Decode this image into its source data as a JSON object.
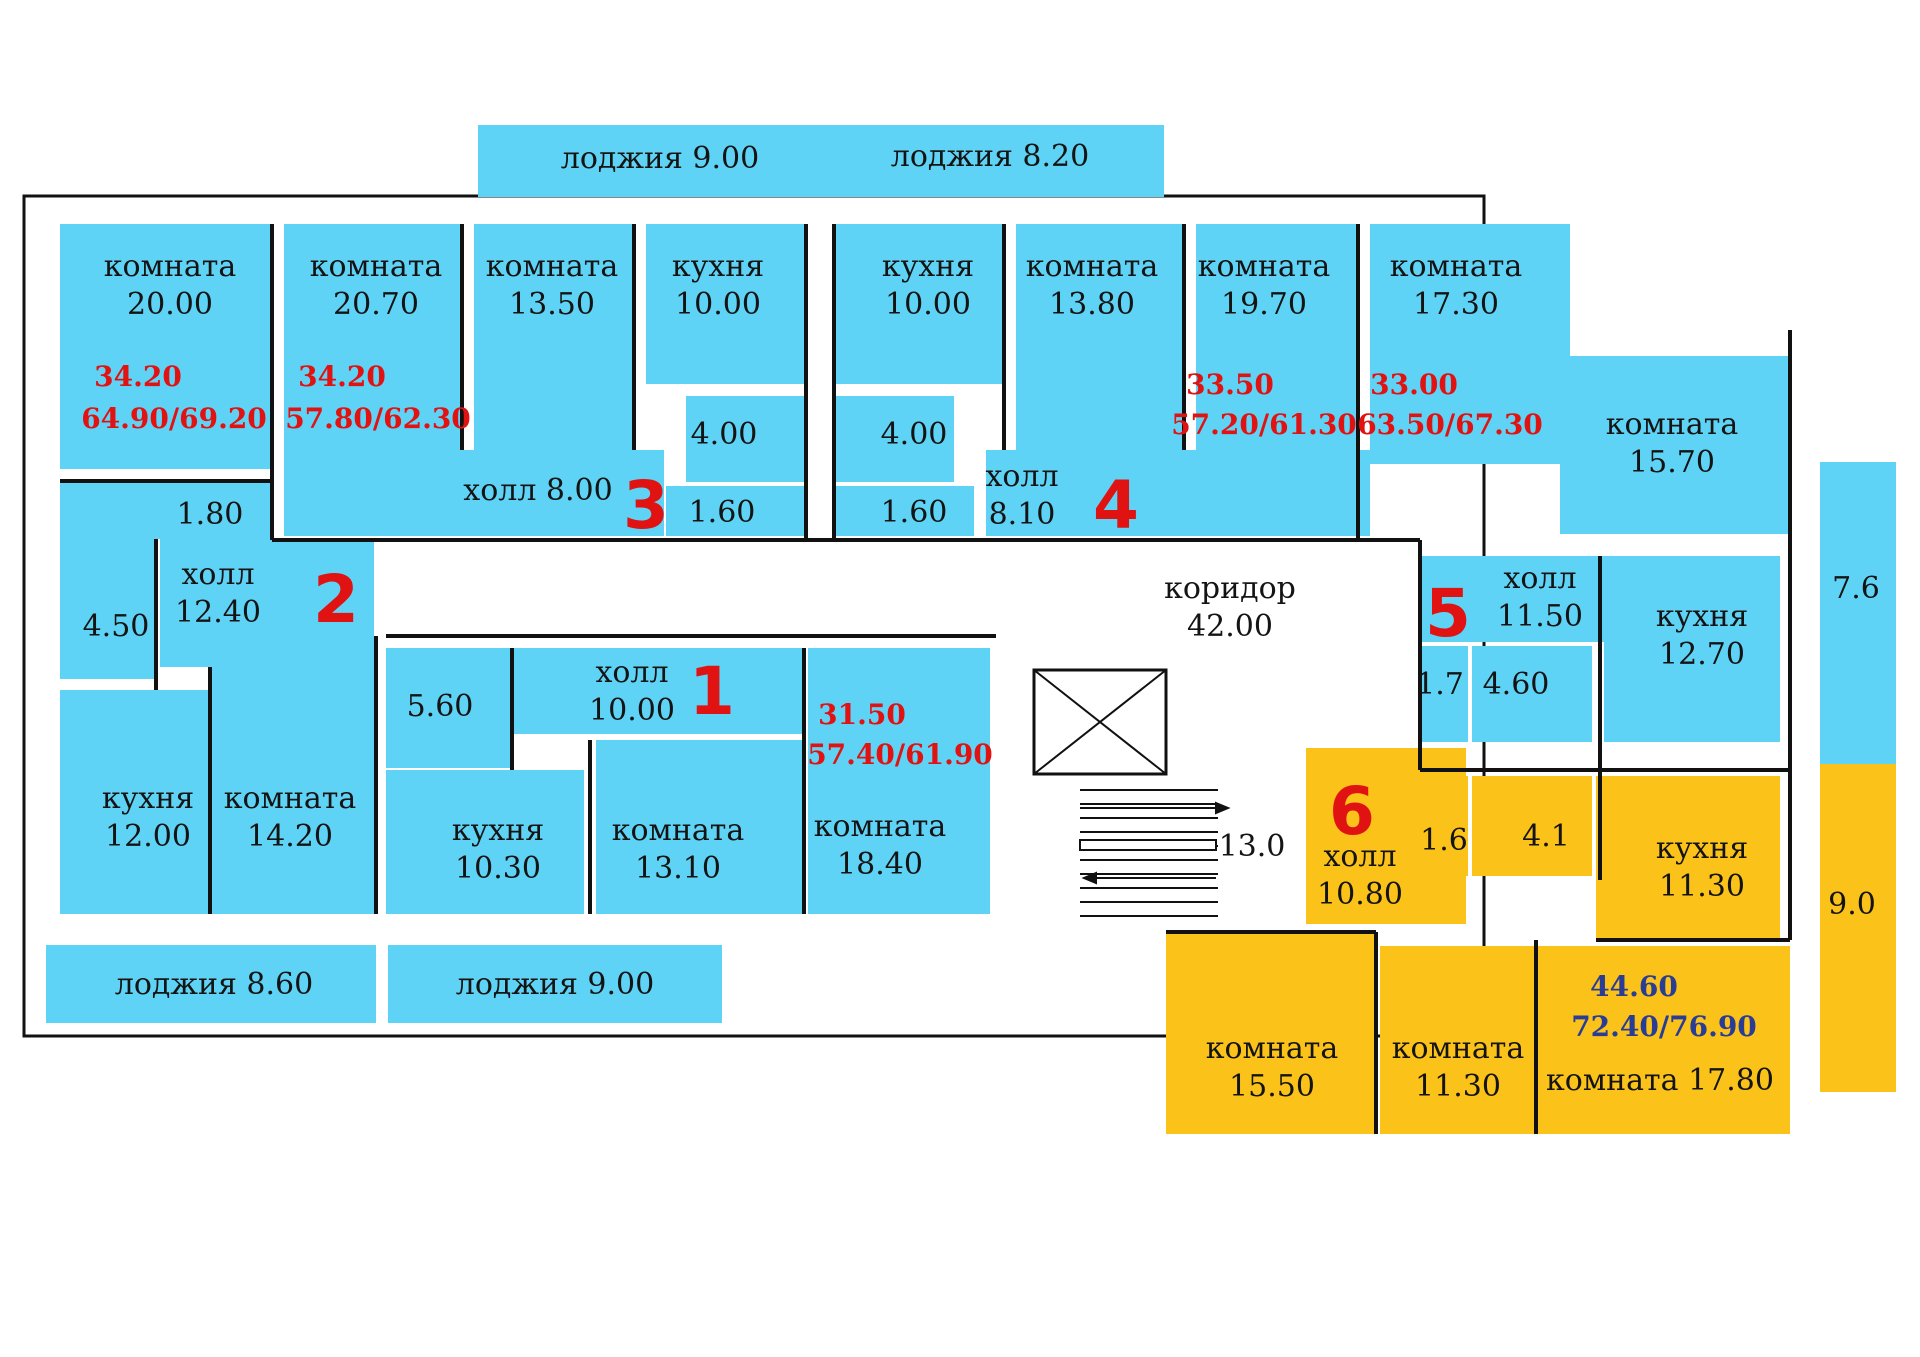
{
  "colors": {
    "room": "#5fd3f5",
    "apartment6": "#fbc21a",
    "area_red": "#e01212",
    "area_blue": "#2a3d95",
    "number": "#e01212"
  },
  "apartments": [
    {
      "id": "a1",
      "number": "1",
      "living": "31.50",
      "total": "57.40/61.90"
    },
    {
      "id": "a2",
      "number": "2",
      "living": "34.20",
      "total": "57.80/62.30"
    },
    {
      "id": "a2b",
      "number": "",
      "living": "34.20",
      "total": "64.90/69.20"
    },
    {
      "id": "a3",
      "number": "3",
      "living": "",
      "total": ""
    },
    {
      "id": "a4",
      "number": "4",
      "living": "33.50",
      "total": "57.20/61.30"
    },
    {
      "id": "a5",
      "number": "5",
      "living": "33.00",
      "total": "63.50/67.30"
    },
    {
      "id": "a6",
      "number": "6",
      "living": "44.60",
      "total": "72.40/76.90"
    }
  ],
  "labels": {
    "loggia_top_left": [
      "лоджия 9.00"
    ],
    "loggia_top_right": [
      "лоджия  8.20"
    ],
    "r_20_00": [
      "комната",
      "20.00"
    ],
    "r_20_70": [
      "комната",
      "20.70"
    ],
    "r_13_50": [
      "комната",
      "13.50"
    ],
    "k_10_00_a": [
      "кухня",
      "10.00"
    ],
    "k_10_00_b": [
      "кухня",
      "10.00"
    ],
    "r_13_80": [
      "комната",
      "13.80"
    ],
    "r_19_70": [
      "комната",
      "19.70"
    ],
    "r_17_30": [
      "комната",
      "17.30"
    ],
    "r_15_70": [
      "комната",
      "15.70"
    ],
    "b_4_00_a": [
      "4.00"
    ],
    "b_4_00_b": [
      "4.00"
    ],
    "t_1_60_a": [
      "1.60"
    ],
    "t_1_60_b": [
      "1.60"
    ],
    "h_8_00": [
      "холл 8.00"
    ],
    "h_8_10": [
      "холл",
      "8.10"
    ],
    "t_1_80": [
      "1.80"
    ],
    "h_12_40": [
      "холл",
      "12.40"
    ],
    "b_4_50": [
      "4.50"
    ],
    "corridor": [
      "коридор",
      "42.00"
    ],
    "h_11_50": [
      "холл",
      "11.50"
    ],
    "k_12_70": [
      "кухня",
      "12.70"
    ],
    "balc_7_6": [
      "7.6"
    ],
    "t_1_7": [
      "1.7"
    ],
    "b_4_60": [
      "4.60"
    ],
    "b_5_60": [
      "5.60"
    ],
    "h_10_00": [
      "холл",
      "10.00"
    ],
    "k_12_00": [
      "кухня",
      "12.00"
    ],
    "r_14_20": [
      "комната",
      "14.20"
    ],
    "k_10_30": [
      "кухня",
      "10.30"
    ],
    "r_13_10": [
      "комната",
      "13.10"
    ],
    "r_18_40": [
      "комната",
      "18.40"
    ],
    "stair_13_0": [
      "13.0"
    ],
    "t_1_6": [
      "1.6"
    ],
    "b_4_1": [
      "4.1"
    ],
    "h_10_80": [
      "холл",
      "10.80"
    ],
    "k_11_30": [
      "кухня",
      "11.30"
    ],
    "balc_9_0": [
      "9.0"
    ],
    "loggia_bottom_left": [
      "лоджия 8.60"
    ],
    "loggia_bottom_mid": [
      "лоджия 9.00"
    ],
    "r_15_50": [
      "комната",
      "15.50"
    ],
    "r_11_30": [
      "комната",
      "11.30"
    ],
    "r_17_80": [
      "комната 17.80"
    ]
  }
}
